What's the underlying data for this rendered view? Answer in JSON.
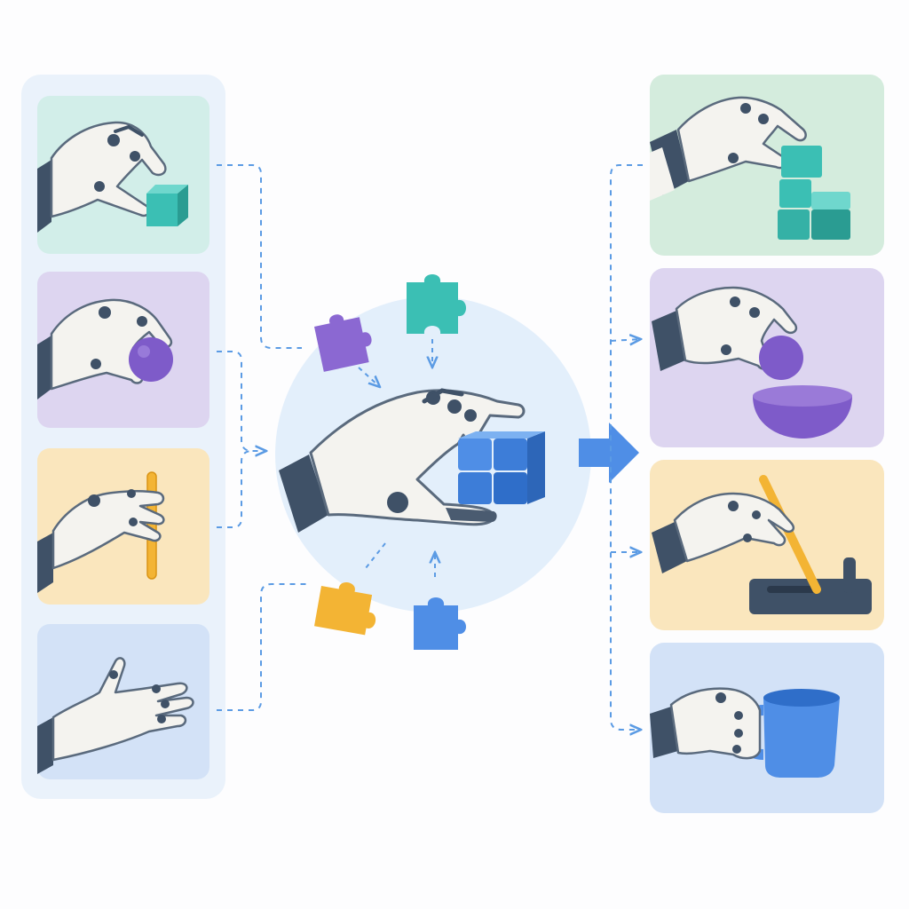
{
  "colors": {
    "teal": "#3bbfb4",
    "purple": "#7e5bc9",
    "yellow": "#f3b434",
    "blue": "#4f8ee6",
    "robot_shell": "#f4f3ef",
    "robot_dark": "#3f5167",
    "connector": "#5b9be4",
    "hub_circle": "#e3effb",
    "panel_teal": "#d2eee9",
    "panel_purple": "#ddd5f0",
    "panel_yellow": "#fae6bd",
    "panel_blue": "#d3e2f7",
    "panel_green": "#d4ecdd"
  },
  "primitives": [
    {
      "id": "pinch-cube",
      "icon": "robot-hand-pinch-cube-icon",
      "object": "teal-cube"
    },
    {
      "id": "grasp-ball",
      "icon": "robot-hand-grasp-ball-icon",
      "object": "purple-ball"
    },
    {
      "id": "hold-rod",
      "icon": "robot-hand-hold-rod-icon",
      "object": "yellow-rod"
    },
    {
      "id": "open-palm",
      "icon": "robot-hand-open-palm-icon",
      "object": "none"
    }
  ],
  "hub": {
    "icon": "robot-hand-holding-blocks-icon",
    "pieces": [
      "teal-puzzle-piece",
      "purple-puzzle-piece",
      "yellow-puzzle-piece",
      "blue-puzzle-piece"
    ]
  },
  "tasks": [
    {
      "id": "stack-cubes",
      "icon": "robot-hand-stacking-cubes-icon"
    },
    {
      "id": "ball-into-bowl",
      "icon": "robot-hand-ball-into-bowl-icon"
    },
    {
      "id": "peg-insertion",
      "icon": "robot-hand-peg-insertion-icon"
    },
    {
      "id": "hold-mug",
      "icon": "robot-hand-holding-mug-icon"
    }
  ]
}
